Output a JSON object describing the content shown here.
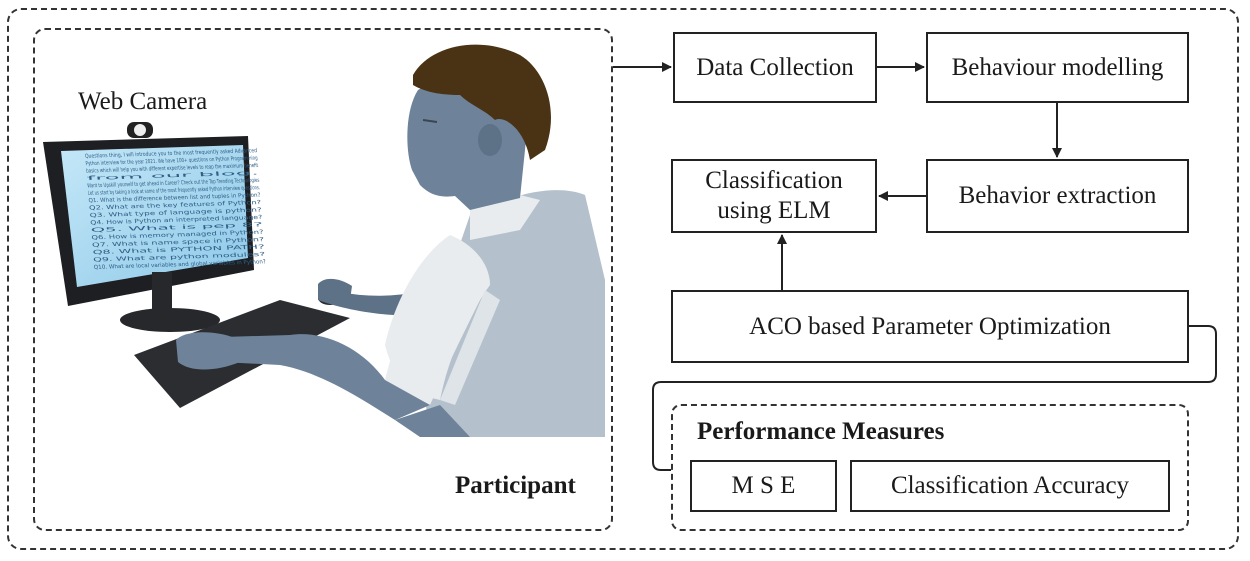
{
  "participant": {
    "camera_label": "Web Camera",
    "label": "Participant"
  },
  "pipeline": {
    "data_collection": "Data Collection",
    "behaviour_modelling": "Behaviour modelling",
    "behavior_extraction": "Behavior extraction",
    "classification_line1": "Classification",
    "classification_line2": "using ELM",
    "aco_optimization": "ACO based Parameter Optimization"
  },
  "performance": {
    "title": "Performance Measures",
    "mse": "M S E",
    "accuracy": "Classification Accuracy"
  },
  "colors": {
    "skin": "#6e839a",
    "hair": "#4a3214",
    "shirt_light": "#e9ecef",
    "shirt_shade": "#b4c0cc",
    "monitor": "#1d1f22",
    "screen": "#a9d8f0"
  },
  "screen_text": [
    "Questions thing, I will introduce you to the most frequently asked Advanced",
    "Python interview for the year 2021. We have 100+ questions on Python Programming",
    "basics which will help you with different expertise levels to reap the maximum benefit",
    "from our blog.",
    "Want to Upskill yourself to get ahead in Career? Check out the Top Trending Technologies",
    "Let us start by taking a look at some of the most frequently asked Python interview questions.",
    "Q1. What is the difference between list and tuples in Python?",
    "Q2. What are the key features of Python?",
    "Q3. What type of language is python?",
    "Q4. How is Python an interpreted language?",
    "Q5. What is pep 8?",
    "Q6. How is memory managed in Python?",
    "Q7. What is name space in Python?",
    "Q8. What is PYTHON PATH?",
    "Q9. What are python modules?",
    "Q10. What are local variables and global variables in Python?"
  ]
}
